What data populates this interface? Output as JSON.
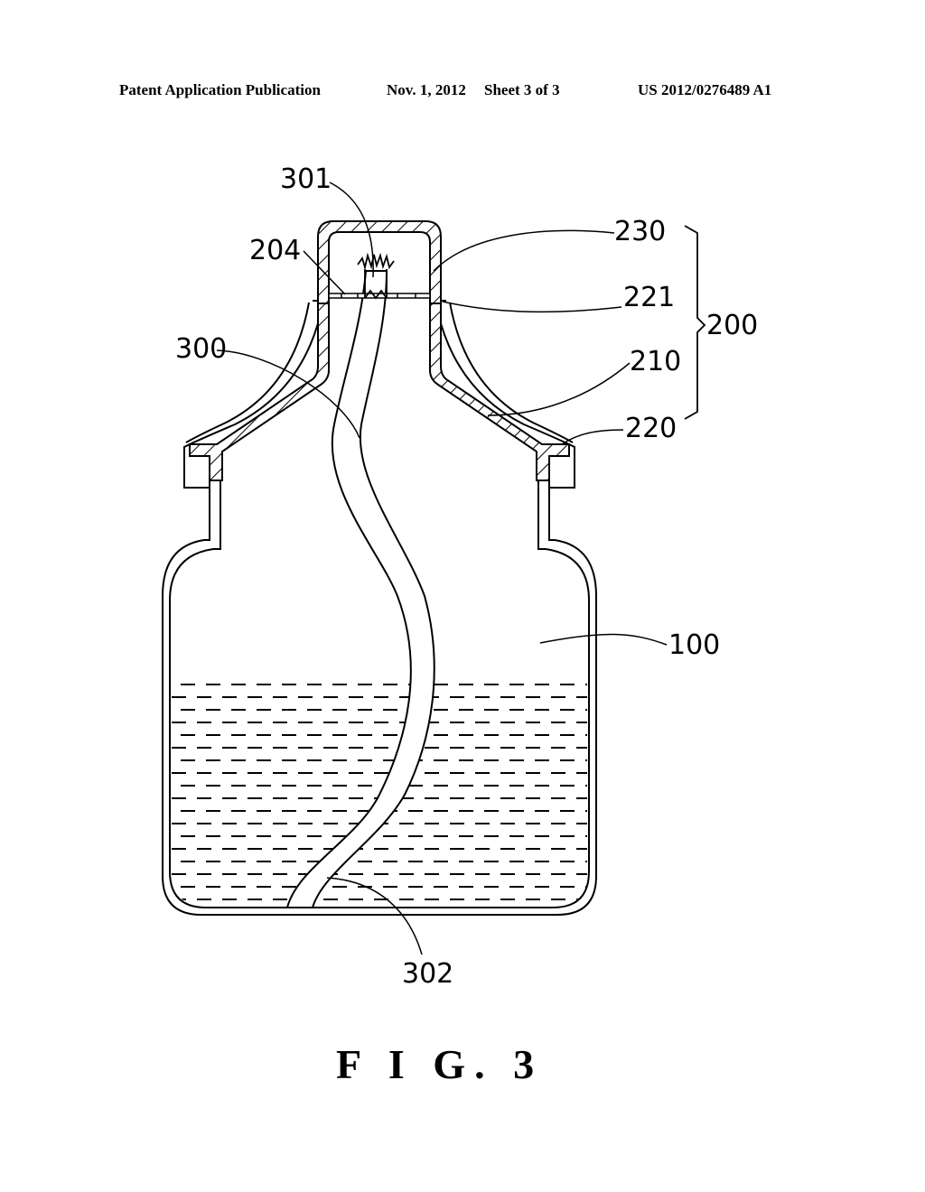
{
  "header": {
    "title": "Patent Application Publication",
    "date": "Nov. 1, 2012",
    "sheet": "Sheet 3 of 3",
    "number": "US 2012/0276489 A1"
  },
  "figure": {
    "caption": "F I G. 3",
    "labels": {
      "l301": "301",
      "l204": "204",
      "l230": "230",
      "l221": "221",
      "l200": "200",
      "l210": "210",
      "l220": "220",
      "l300": "300",
      "l100": "100",
      "l302": "302"
    },
    "components": [
      {
        "ref": "100",
        "name": "container body"
      },
      {
        "ref": "200",
        "name": "cap assembly (bracket)"
      },
      {
        "ref": "204",
        "name": "perforated partition"
      },
      {
        "ref": "210",
        "name": "funnel body"
      },
      {
        "ref": "220",
        "name": "outer shell"
      },
      {
        "ref": "221",
        "name": "shell rim"
      },
      {
        "ref": "230",
        "name": "top cover"
      },
      {
        "ref": "300",
        "name": "wick / tube"
      },
      {
        "ref": "301",
        "name": "upper frayed end"
      },
      {
        "ref": "302",
        "name": "lower end"
      }
    ]
  },
  "colors": {
    "ink": "#000000",
    "paper": "#ffffff"
  }
}
